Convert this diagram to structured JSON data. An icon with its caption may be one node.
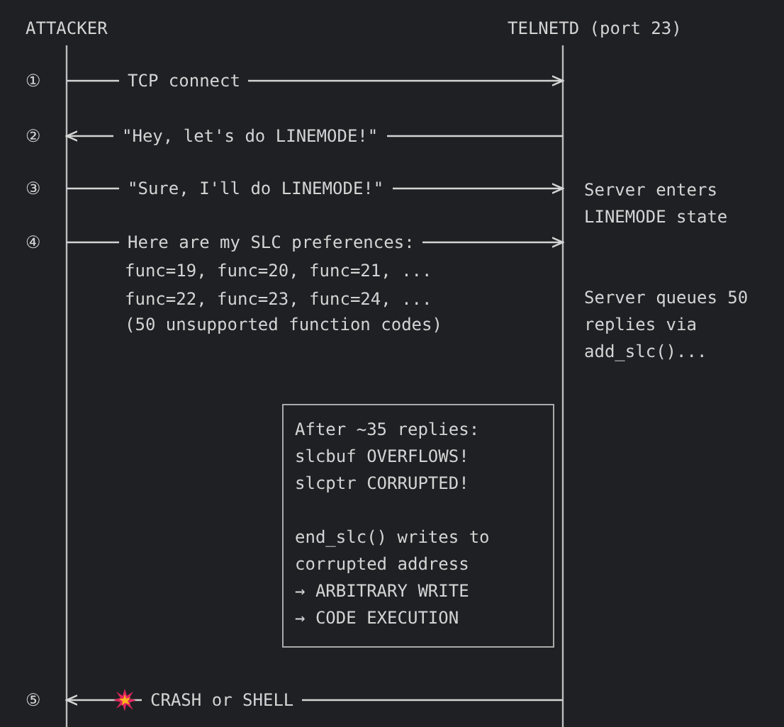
{
  "diagram": {
    "nodes": [
      {
        "text": [
          "ATTACKER"
        ]
      },
      {
        "text": [
          "TELNETD (port 23)"
        ]
      },
      {
        "text": [
          "After ~35 replies:",
          "slcbuf OVERFLOWS!",
          "slcptr CORRUPTED!",
          "end_slc() writes to corrupted address",
          "→ ARBITRARY WRITE",
          "→ CODE EXECUTION"
        ]
      }
    ],
    "edges": [
      {
        "from": 0,
        "to": 1,
        "arrow": "to",
        "label": "TCP connect"
      },
      {
        "from": 1,
        "to": 0,
        "arrow": "to",
        "label": "\"Hey, let's do LINEMODE!\""
      },
      {
        "from": 0,
        "to": 1,
        "arrow": "to",
        "label": "\"Sure, I'll do LINEMODE!\""
      },
      {
        "from": 0,
        "to": 1,
        "arrow": "to",
        "label": "Here are my SLC preferences:"
      },
      {
        "from": 1,
        "to": 0,
        "arrow": "to",
        "label": "CRASH or SHELL"
      }
    ],
    "labels": [
      "①",
      "②",
      "③",
      "Server enters LINEMODE state",
      "④",
      "func=19, func=20, func=21, ...",
      "func=22, func=23, func=24, ...",
      "(50 unsupported function codes)",
      "Server queues 50 replies via add_slc()...",
      "⑤"
    ]
  }
}
